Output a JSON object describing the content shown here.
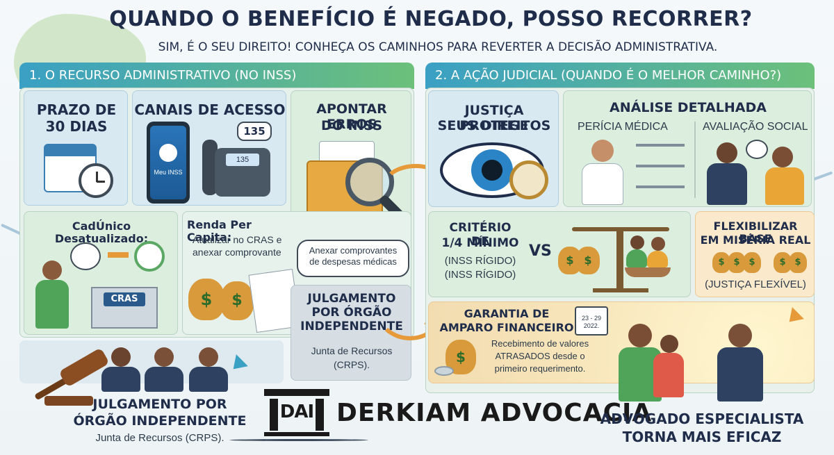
{
  "header": {
    "title": "QUANDO O BENEFÍCIO É NEGADO, POSSO RECORRER?",
    "subtitle": "SIM, É O SEU DIREITO! CONHEÇA OS CAMINHOS PARA REVERTER A DECISÃO ADMINISTRATIVA."
  },
  "left_section": {
    "title": "1. O RECURSO ADMINISTRATIVO (NO INSS)",
    "prazo": {
      "title_line1": "PRAZO DE",
      "title_line2": "30 DIAS"
    },
    "canais": {
      "title": "CANAIS DE ACESSO",
      "app_label": "Meu INSS",
      "phone_number_bubble": "135",
      "phone_number_display": "135"
    },
    "apontar": {
      "title_line1": "APONTAR ERROS",
      "title_line2": "DO INSS"
    },
    "cadunico": {
      "title": "CadÚnico Desatualizado:",
      "sign": "CRAS"
    },
    "renda": {
      "title": "Renda Per Capita:",
      "text_line1": "Atualizar no CRAS e",
      "text_line2": "anexar comprovante",
      "bubble_line1": "Anexar comprovantes",
      "bubble_line2": "de despesas médicas"
    },
    "julgamento_box": {
      "title_line1": "JULGAMENTO",
      "title_line2": "POR ÓRGÃO",
      "title_line3": "INDEPENDENTE",
      "text_line1": "Junta de Recursos",
      "text_line2": "(CRPS)."
    },
    "julgamento_bottom": {
      "title_line1": "JULGAMENTO POR",
      "title_line2": "ÓRGÃO INDEPENDENTE",
      "text": "Junta de Recursos (CRPS)."
    }
  },
  "right_section": {
    "title": "2. A AÇÃO JUDICIAL (QUANDO É O MELHOR CAMINHO?)",
    "justica": {
      "title_line1": "JUSTIÇA PROTEGE",
      "title_line2": "SEUS DIREITOS"
    },
    "analise": {
      "title": "ANÁLISE DETALHADA",
      "left_label": "PERÍCIA MÉDICA",
      "right_label": "AVALIAÇÃO SOCIAL"
    },
    "criterio": {
      "title_line1": "CRITÉRIO DE",
      "title_line2": "1/4 MÍNIMO",
      "text_line1": "(INSS RÍGIDO)",
      "text_line2": "(INSS RÍGIDO)",
      "vs": "VS"
    },
    "flexibilizar": {
      "title_line1": "FLEXIBILIZAR BASE",
      "title_line2": "EM MISÉRIA REAL",
      "text": "(JUSTIÇA FLEXÍVEL)"
    },
    "garantia": {
      "title_line1": "GARANTIA DE",
      "title_line2": "AMPARO FINANCEIRO",
      "calendar_dates": "23 - 29",
      "calendar_year": "2022.",
      "text_line1": "Recebimento de valores",
      "text_line2": "ATRASADOS desde o",
      "text_line3": "primeiro requerimento."
    },
    "advogado": {
      "title_line1": "ADVOGADO ESPECIALISTA",
      "title_line2": "TORNA MAIS EFICAZ"
    }
  },
  "brand": {
    "logo_text": "DAI",
    "name": "DERKIAM ADVOCACIA"
  },
  "colors": {
    "header_gradient_start": "#3aa0c4",
    "header_gradient_end": "#6cc07a",
    "title_text": "#1f2d4a",
    "arrow": "#e69a3a",
    "money": "#d89a3a"
  },
  "icons": [
    "calendar-icon",
    "clock-icon",
    "smartphone-icon",
    "desk-phone-icon",
    "folder-icon",
    "magnifier-icon",
    "eye-icon",
    "compass-icon",
    "doctor-icon",
    "scale-icon",
    "money-bag-icon",
    "gavel-icon",
    "cras-building-icon",
    "refresh-icon",
    "handshake-icon"
  ]
}
